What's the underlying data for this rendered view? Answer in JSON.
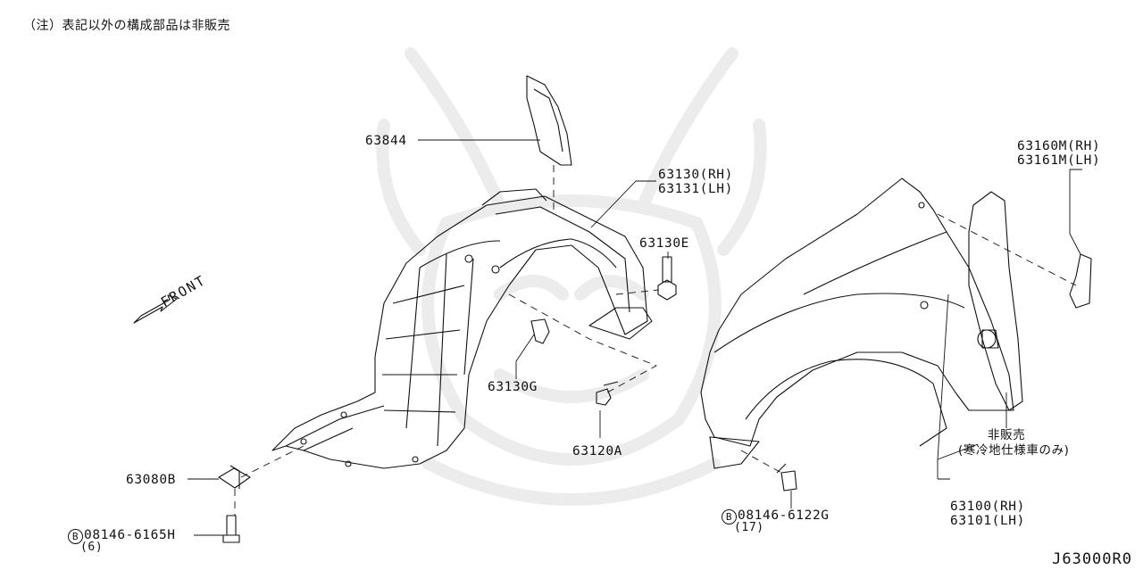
{
  "note": "（注）表記以外の構成部品は非販売",
  "drawing_number": "J63000R0",
  "front_label": "FRONT",
  "parts": {
    "p63844": "63844",
    "p63130_rh": "63130(RH)",
    "p63131_lh": "63131(LH)",
    "p63130e": "63130E",
    "p63130g": "63130G",
    "p63120a": "63120A",
    "p63080b": "63080B",
    "bolt_6165": "08146-6165H",
    "bolt_6165_qty": "(6)",
    "bolt_6122": "08146-6122G",
    "bolt_6122_qty": "(17)",
    "p63160m_rh": "63160M(RH)",
    "p63161m_lh": "63161M(LH)",
    "not_sold": "非販売",
    "cold_spec": "(寒冷地仕様車のみ)",
    "p63100_rh": "63100(RH)",
    "p63101_lh": "63101(LH)",
    "b_mark": "B"
  },
  "colors": {
    "line": "#111111",
    "watermark": "#eeeeee"
  }
}
